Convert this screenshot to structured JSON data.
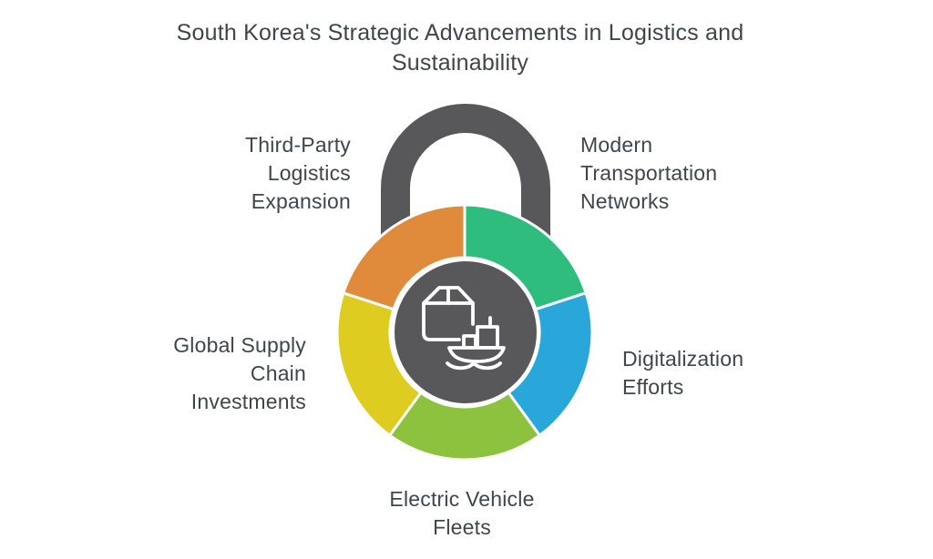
{
  "title": "South Korea's Strategic Advancements in Logistics and\nSustainability",
  "diagram": {
    "type": "padlock-donut-infographic",
    "colors": {
      "lock_gray": "#58585A",
      "segment_gap": "#FFFFFF",
      "text": "#3F464B",
      "background": "#FFFFFF"
    },
    "center_icons": [
      "package-icon",
      "cargo-ship-icon"
    ],
    "segments": [
      {
        "label": "Modern Transportation Networks",
        "color": "#2FBD7D",
        "position": "top-right"
      },
      {
        "label": "Digitalization Efforts",
        "color": "#29A7DB",
        "position": "right"
      },
      {
        "label": "Electric Vehicle Fleets",
        "color": "#8CC23E",
        "position": "bottom"
      },
      {
        "label": "Global Supply Chain Investments",
        "color": "#DECD20",
        "position": "left"
      },
      {
        "label": "Third-Party Logistics Expansion",
        "color": "#E08A3B",
        "position": "top-left"
      }
    ],
    "labels": {
      "top_left": "Third-Party\nLogistics\nExpansion",
      "top_right": "Modern\nTransportation\nNetworks",
      "left": "Global Supply\nChain\nInvestments",
      "right": "Digitalization\nEfforts",
      "bottom": "Electric Vehicle\nFleets"
    }
  }
}
